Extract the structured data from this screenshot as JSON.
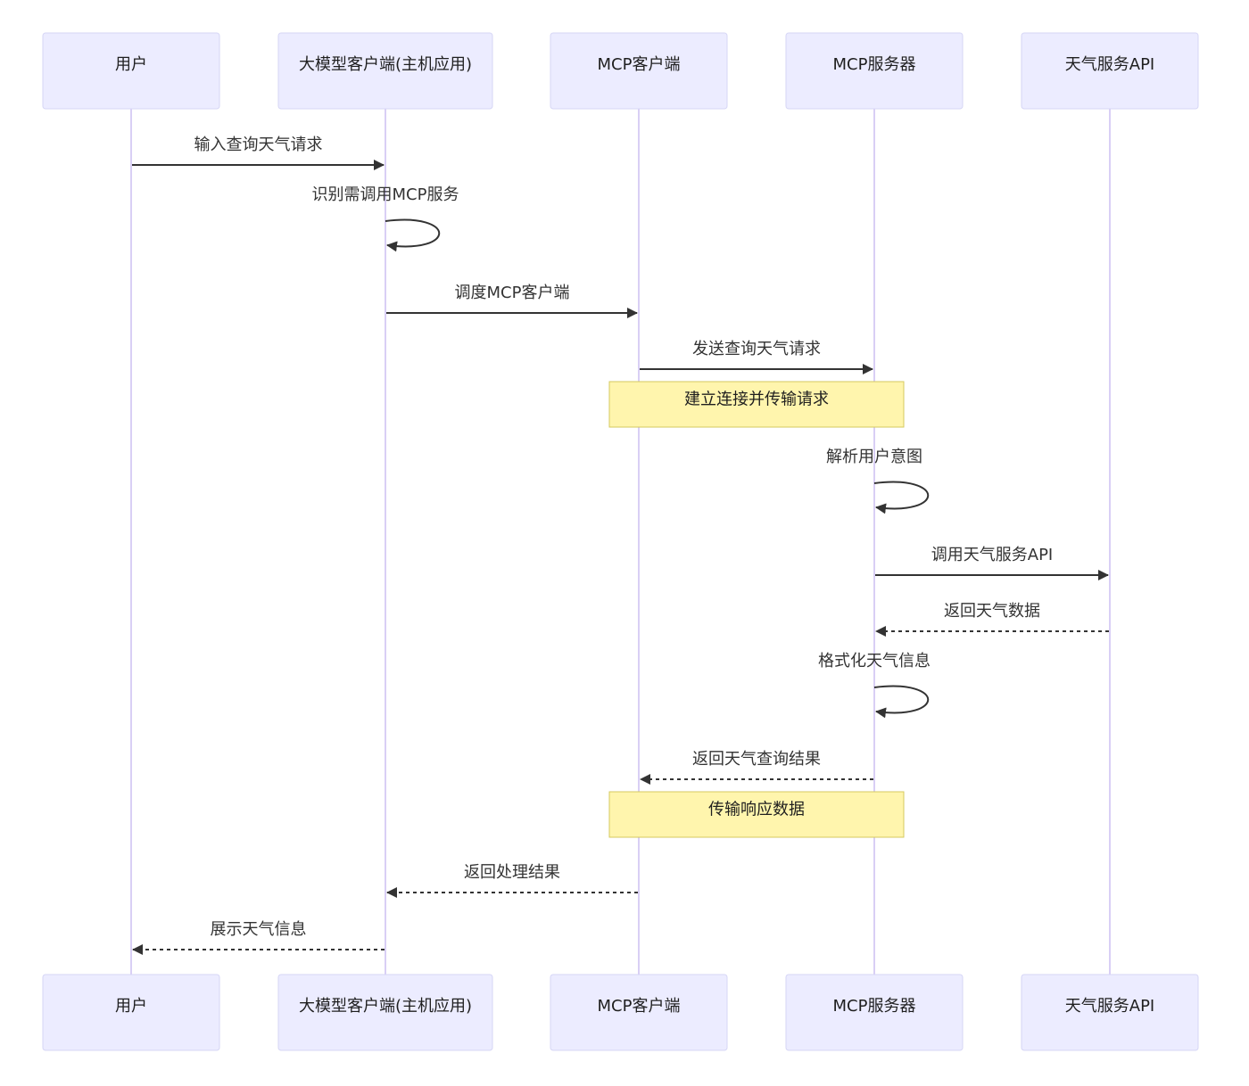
{
  "diagram": {
    "type": "sequence",
    "colors": {
      "actor_fill": "#ECECFF",
      "actor_border": "#D6D6F5",
      "lifeline": "#D9CFF5",
      "message": "#333333",
      "note_fill": "#FFF5AD",
      "note_border": "#D4C95F"
    },
    "participants": [
      {
        "id": "user",
        "label": "用户"
      },
      {
        "id": "host",
        "label": "大模型客户端(主机应用)"
      },
      {
        "id": "mcp_client",
        "label": "MCP客户端"
      },
      {
        "id": "mcp_server",
        "label": "MCP服务器"
      },
      {
        "id": "weather_api",
        "label": "天气服务API"
      }
    ],
    "steps": [
      {
        "kind": "message",
        "from": "user",
        "to": "host",
        "label": "输入查询天气请求",
        "style": "solid"
      },
      {
        "kind": "message",
        "from": "host",
        "to": "host",
        "label": "识别需调用MCP服务",
        "style": "solid"
      },
      {
        "kind": "message",
        "from": "host",
        "to": "mcp_client",
        "label": "调度MCP客户端",
        "style": "solid"
      },
      {
        "kind": "message",
        "from": "mcp_client",
        "to": "mcp_server",
        "label": "发送查询天气请求",
        "style": "solid"
      },
      {
        "kind": "note",
        "over": [
          "mcp_client",
          "mcp_server"
        ],
        "label": "建立连接并传输请求"
      },
      {
        "kind": "message",
        "from": "mcp_server",
        "to": "mcp_server",
        "label": "解析用户意图",
        "style": "solid"
      },
      {
        "kind": "message",
        "from": "mcp_server",
        "to": "weather_api",
        "label": "调用天气服务API",
        "style": "solid"
      },
      {
        "kind": "message",
        "from": "weather_api",
        "to": "mcp_server",
        "label": "返回天气数据",
        "style": "dashed"
      },
      {
        "kind": "message",
        "from": "mcp_server",
        "to": "mcp_server",
        "label": "格式化天气信息",
        "style": "solid"
      },
      {
        "kind": "message",
        "from": "mcp_server",
        "to": "mcp_client",
        "label": "返回天气查询结果",
        "style": "dashed"
      },
      {
        "kind": "note",
        "over": [
          "mcp_client",
          "mcp_server"
        ],
        "label": "传输响应数据"
      },
      {
        "kind": "message",
        "from": "mcp_client",
        "to": "host",
        "label": "返回处理结果",
        "style": "dashed"
      },
      {
        "kind": "message",
        "from": "host",
        "to": "user",
        "label": "展示天气信息",
        "style": "dashed"
      }
    ]
  }
}
